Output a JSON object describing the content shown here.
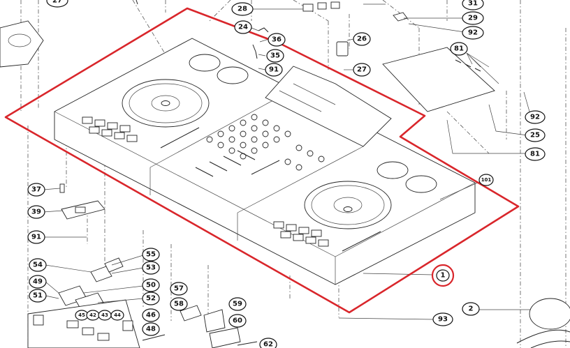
{
  "callouts": [
    {
      "id": "c27a",
      "text": "27"
    },
    {
      "id": "c28",
      "text": "28"
    },
    {
      "id": "c31",
      "text": "31"
    },
    {
      "id": "c29",
      "text": "29"
    },
    {
      "id": "c92a",
      "text": "92"
    },
    {
      "id": "c24",
      "text": "24"
    },
    {
      "id": "c36",
      "text": "36"
    },
    {
      "id": "c35",
      "text": "35"
    },
    {
      "id": "c91a",
      "text": "91"
    },
    {
      "id": "c26",
      "text": "26"
    },
    {
      "id": "c27b",
      "text": "27"
    },
    {
      "id": "c81a",
      "text": "81"
    },
    {
      "id": "c92b",
      "text": "92"
    },
    {
      "id": "c25",
      "text": "25"
    },
    {
      "id": "c81b",
      "text": "81"
    },
    {
      "id": "c101",
      "text": "101"
    },
    {
      "id": "c37",
      "text": "37"
    },
    {
      "id": "c39",
      "text": "39"
    },
    {
      "id": "c91b",
      "text": "91"
    },
    {
      "id": "c55",
      "text": "55"
    },
    {
      "id": "c54",
      "text": "54"
    },
    {
      "id": "c53",
      "text": "53"
    },
    {
      "id": "c49",
      "text": "49"
    },
    {
      "id": "c50",
      "text": "50"
    },
    {
      "id": "c51",
      "text": "51"
    },
    {
      "id": "c52",
      "text": "52"
    },
    {
      "id": "c57",
      "text": "57"
    },
    {
      "id": "c58",
      "text": "58"
    },
    {
      "id": "c59",
      "text": "59"
    },
    {
      "id": "c60",
      "text": "60"
    },
    {
      "id": "c45",
      "text": "45"
    },
    {
      "id": "c42",
      "text": "42"
    },
    {
      "id": "c43",
      "text": "43"
    },
    {
      "id": "c44",
      "text": "44"
    },
    {
      "id": "c46",
      "text": "46"
    },
    {
      "id": "c48",
      "text": "48"
    },
    {
      "id": "c62",
      "text": "62"
    },
    {
      "id": "c1",
      "text": "1"
    },
    {
      "id": "c2",
      "text": "2"
    },
    {
      "id": "c93",
      "text": "93"
    }
  ],
  "highlight": {
    "color": "#d9262b",
    "target_part": "1"
  }
}
